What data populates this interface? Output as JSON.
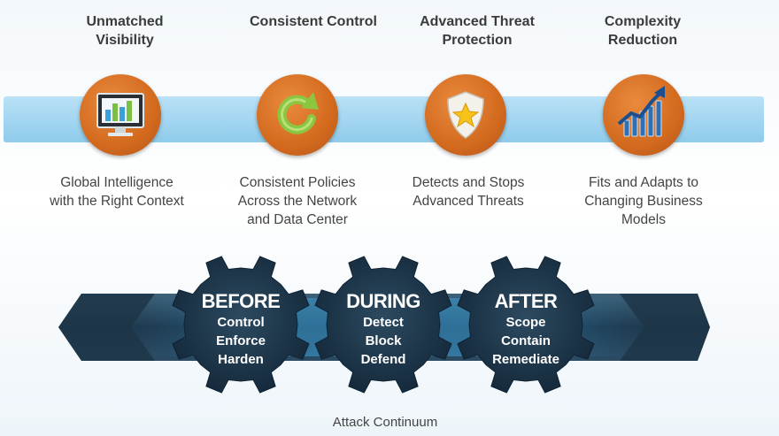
{
  "pillars": [
    {
      "title_line1": "Unmatched",
      "title_line2": "Visibility",
      "icon": "monitor-chart-icon",
      "desc": [
        "Global Intelligence",
        "with the Right Context"
      ]
    },
    {
      "title_line1": "Consistent Control",
      "title_line2": "",
      "icon": "refresh-arrow-icon",
      "desc": [
        "Consistent Policies",
        "Across the Network",
        "and Data Center"
      ]
    },
    {
      "title_line1": "Advanced Threat",
      "title_line2": "Protection",
      "icon": "shield-star-icon",
      "desc": [
        "Detects and Stops",
        "Advanced Threats"
      ]
    },
    {
      "title_line1": "Complexity",
      "title_line2": "Reduction",
      "icon": "growth-chart-icon",
      "desc": [
        "Fits and Adapts to",
        "Changing Business",
        "Models"
      ]
    }
  ],
  "phases": [
    {
      "title": "BEFORE",
      "items": [
        "Control",
        "Enforce",
        "Harden"
      ]
    },
    {
      "title": "DURING",
      "items": [
        "Detect",
        "Block",
        "Defend"
      ]
    },
    {
      "title": "AFTER",
      "items": [
        "Scope",
        "Contain",
        "Remediate"
      ]
    }
  ],
  "continuum_label": "Attack Continuum",
  "colors": {
    "icon_orange": "#d36a1e",
    "band_blue": "#a4d6f1",
    "gear_dark": "#1f3a4f",
    "arrow_dark": "#243e52"
  }
}
